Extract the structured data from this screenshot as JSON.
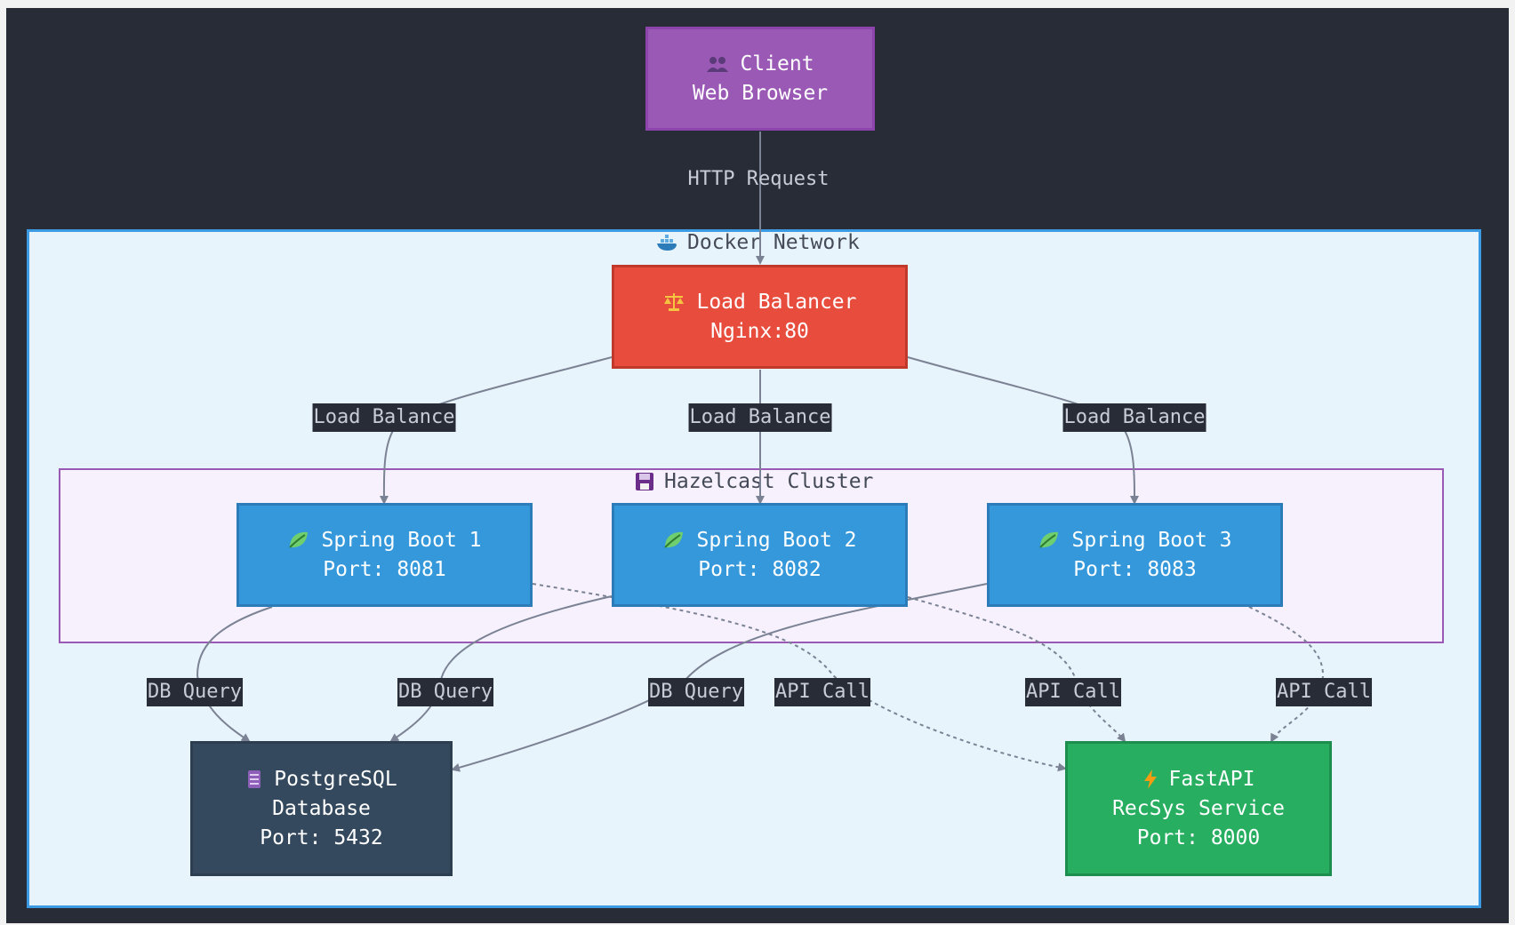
{
  "colors": {
    "background": "#282c37",
    "client": "#9b59b6",
    "load_balancer": "#e74c3c",
    "spring_boot": "#3498db",
    "database": "#34495e",
    "fastapi": "#27ae60",
    "docker_network_fill": "#e8f4fc",
    "docker_network_border": "#3b9ae1",
    "hazelcast_fill": "#f6f1fc",
    "hazelcast_border": "#9b59b6",
    "edge": "#7a8294"
  },
  "subgraphs": {
    "docker": {
      "icon": "whale-icon",
      "title": "Docker Network"
    },
    "hazelcast": {
      "icon": "floppy-disk-icon",
      "title": "Hazelcast Cluster"
    }
  },
  "nodes": {
    "client": {
      "icon": "users-icon",
      "title": "Client",
      "subtitle": "Web Browser"
    },
    "load_balancer": {
      "icon": "scales-icon",
      "title": "Load Balancer",
      "subtitle": "Nginx:80"
    },
    "spring1": {
      "icon": "leaf-icon",
      "title": "Spring Boot 1",
      "subtitle": "Port: 8081"
    },
    "spring2": {
      "icon": "leaf-icon",
      "title": "Spring Boot 2",
      "subtitle": "Port: 8082"
    },
    "spring3": {
      "icon": "leaf-icon",
      "title": "Spring Boot 3",
      "subtitle": "Port: 8083"
    },
    "postgres": {
      "icon": "database-icon",
      "title": "PostgreSQL",
      "subtitle": "Database",
      "port": "Port: 5432"
    },
    "fastapi": {
      "icon": "lightning-icon",
      "title": "FastAPI",
      "subtitle": "RecSys Service",
      "port": "Port: 8000"
    }
  },
  "edges": {
    "http_request": "HTTP Request",
    "lb1": "Load Balance",
    "lb2": "Load Balance",
    "lb3": "Load Balance",
    "db1": "DB Query",
    "db2": "DB Query",
    "db3": "DB Query",
    "api1": "API Call",
    "api2": "API Call",
    "api3": "API Call"
  }
}
